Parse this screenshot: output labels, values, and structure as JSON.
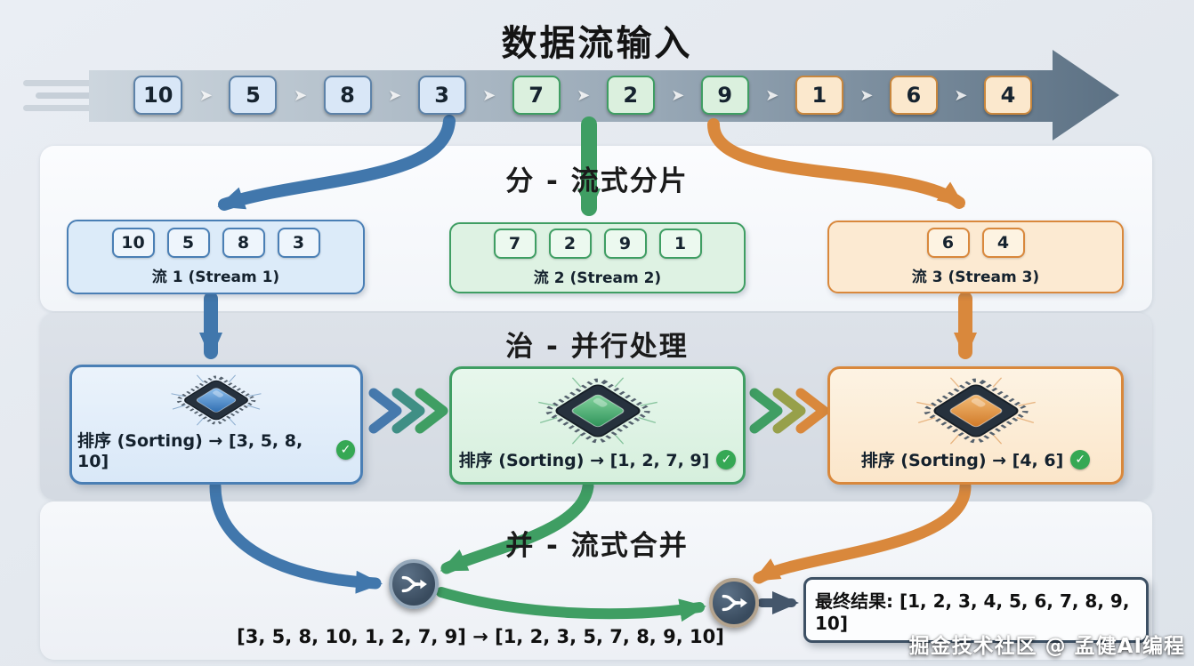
{
  "title": "数据流输入",
  "watermark": "掘金技术社区 @ 孟健AI编程",
  "icons": {
    "check": "✓",
    "band_separator": "➤",
    "merge_node": "merge-arrows-icon",
    "processor": "cpu-chip-icon"
  },
  "input_stream": {
    "groups": [
      {
        "color": "blue",
        "values": [
          "10",
          "5",
          "8",
          "3"
        ]
      },
      {
        "color": "green",
        "values": [
          "7",
          "2",
          "9"
        ]
      },
      {
        "color": "orange",
        "values": [
          "1",
          "6",
          "4"
        ]
      }
    ]
  },
  "stages": {
    "divide": {
      "title": "分 - 流式分片"
    },
    "conquer": {
      "title": "治 - 并行处理"
    },
    "merge": {
      "title": "并 - 流式合并"
    }
  },
  "streams": [
    {
      "id": 1,
      "label": "流 1 (Stream 1)",
      "color": "blue",
      "values": [
        "10",
        "5",
        "8",
        "3"
      ]
    },
    {
      "id": 2,
      "label": "流 2 (Stream 2)",
      "color": "green",
      "values": [
        "7",
        "2",
        "9",
        "1"
      ]
    },
    {
      "id": 3,
      "label": "流 3 (Stream 3)",
      "color": "orange",
      "values": [
        "6",
        "4"
      ]
    }
  ],
  "processors": [
    {
      "color": "blue",
      "label": "排序 (Sorting) → [3, 5, 8, 10]",
      "status": "done"
    },
    {
      "color": "green",
      "label": "排序 (Sorting) → [1, 2, 7, 9]",
      "status": "done"
    },
    {
      "color": "orange",
      "label": "排序 (Sorting) → [4, 6]",
      "status": "done"
    }
  ],
  "merge": {
    "intermediate_text": "[3, 5, 8, 10, 1, 2, 7, 9] → [1, 2, 3, 5, 7, 8, 9, 10]",
    "final_result": "最终结果: [1, 2, 3, 4, 5, 6, 7, 8, 9, 10]"
  },
  "colors": {
    "blue": "#4679ad",
    "blue_fill": "#d9e7f7",
    "green": "#3f9e63",
    "green_fill": "#dbf0de",
    "orange": "#d9883c",
    "orange_fill": "#fbe8cd",
    "band_start": "#cdd6de",
    "band_end": "#5c7184",
    "dark_node": "#394b5e",
    "check_green": "#35a854"
  }
}
